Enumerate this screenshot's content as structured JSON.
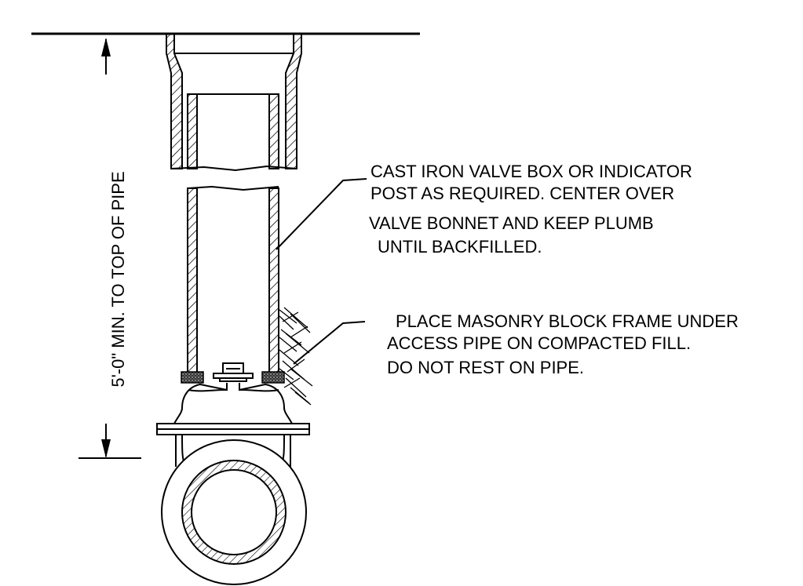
{
  "dimension": {
    "label": "5'-0\" MIN. TO TOP OF PIPE"
  },
  "callouts": [
    {
      "id": "valve-box",
      "lines": [
        "CAST IRON VALVE BOX OR INDICATOR",
        "POST AS REQUIRED. CENTER OVER",
        "VALVE BONNET AND KEEP PLUMB",
        "UNTIL BACKFILLED."
      ]
    },
    {
      "id": "masonry-frame",
      "lines": [
        "PLACE MASONRY BLOCK FRAME UNDER",
        "ACCESS PIPE ON COMPACTED FILL.",
        "DO NOT REST ON PIPE."
      ]
    }
  ]
}
